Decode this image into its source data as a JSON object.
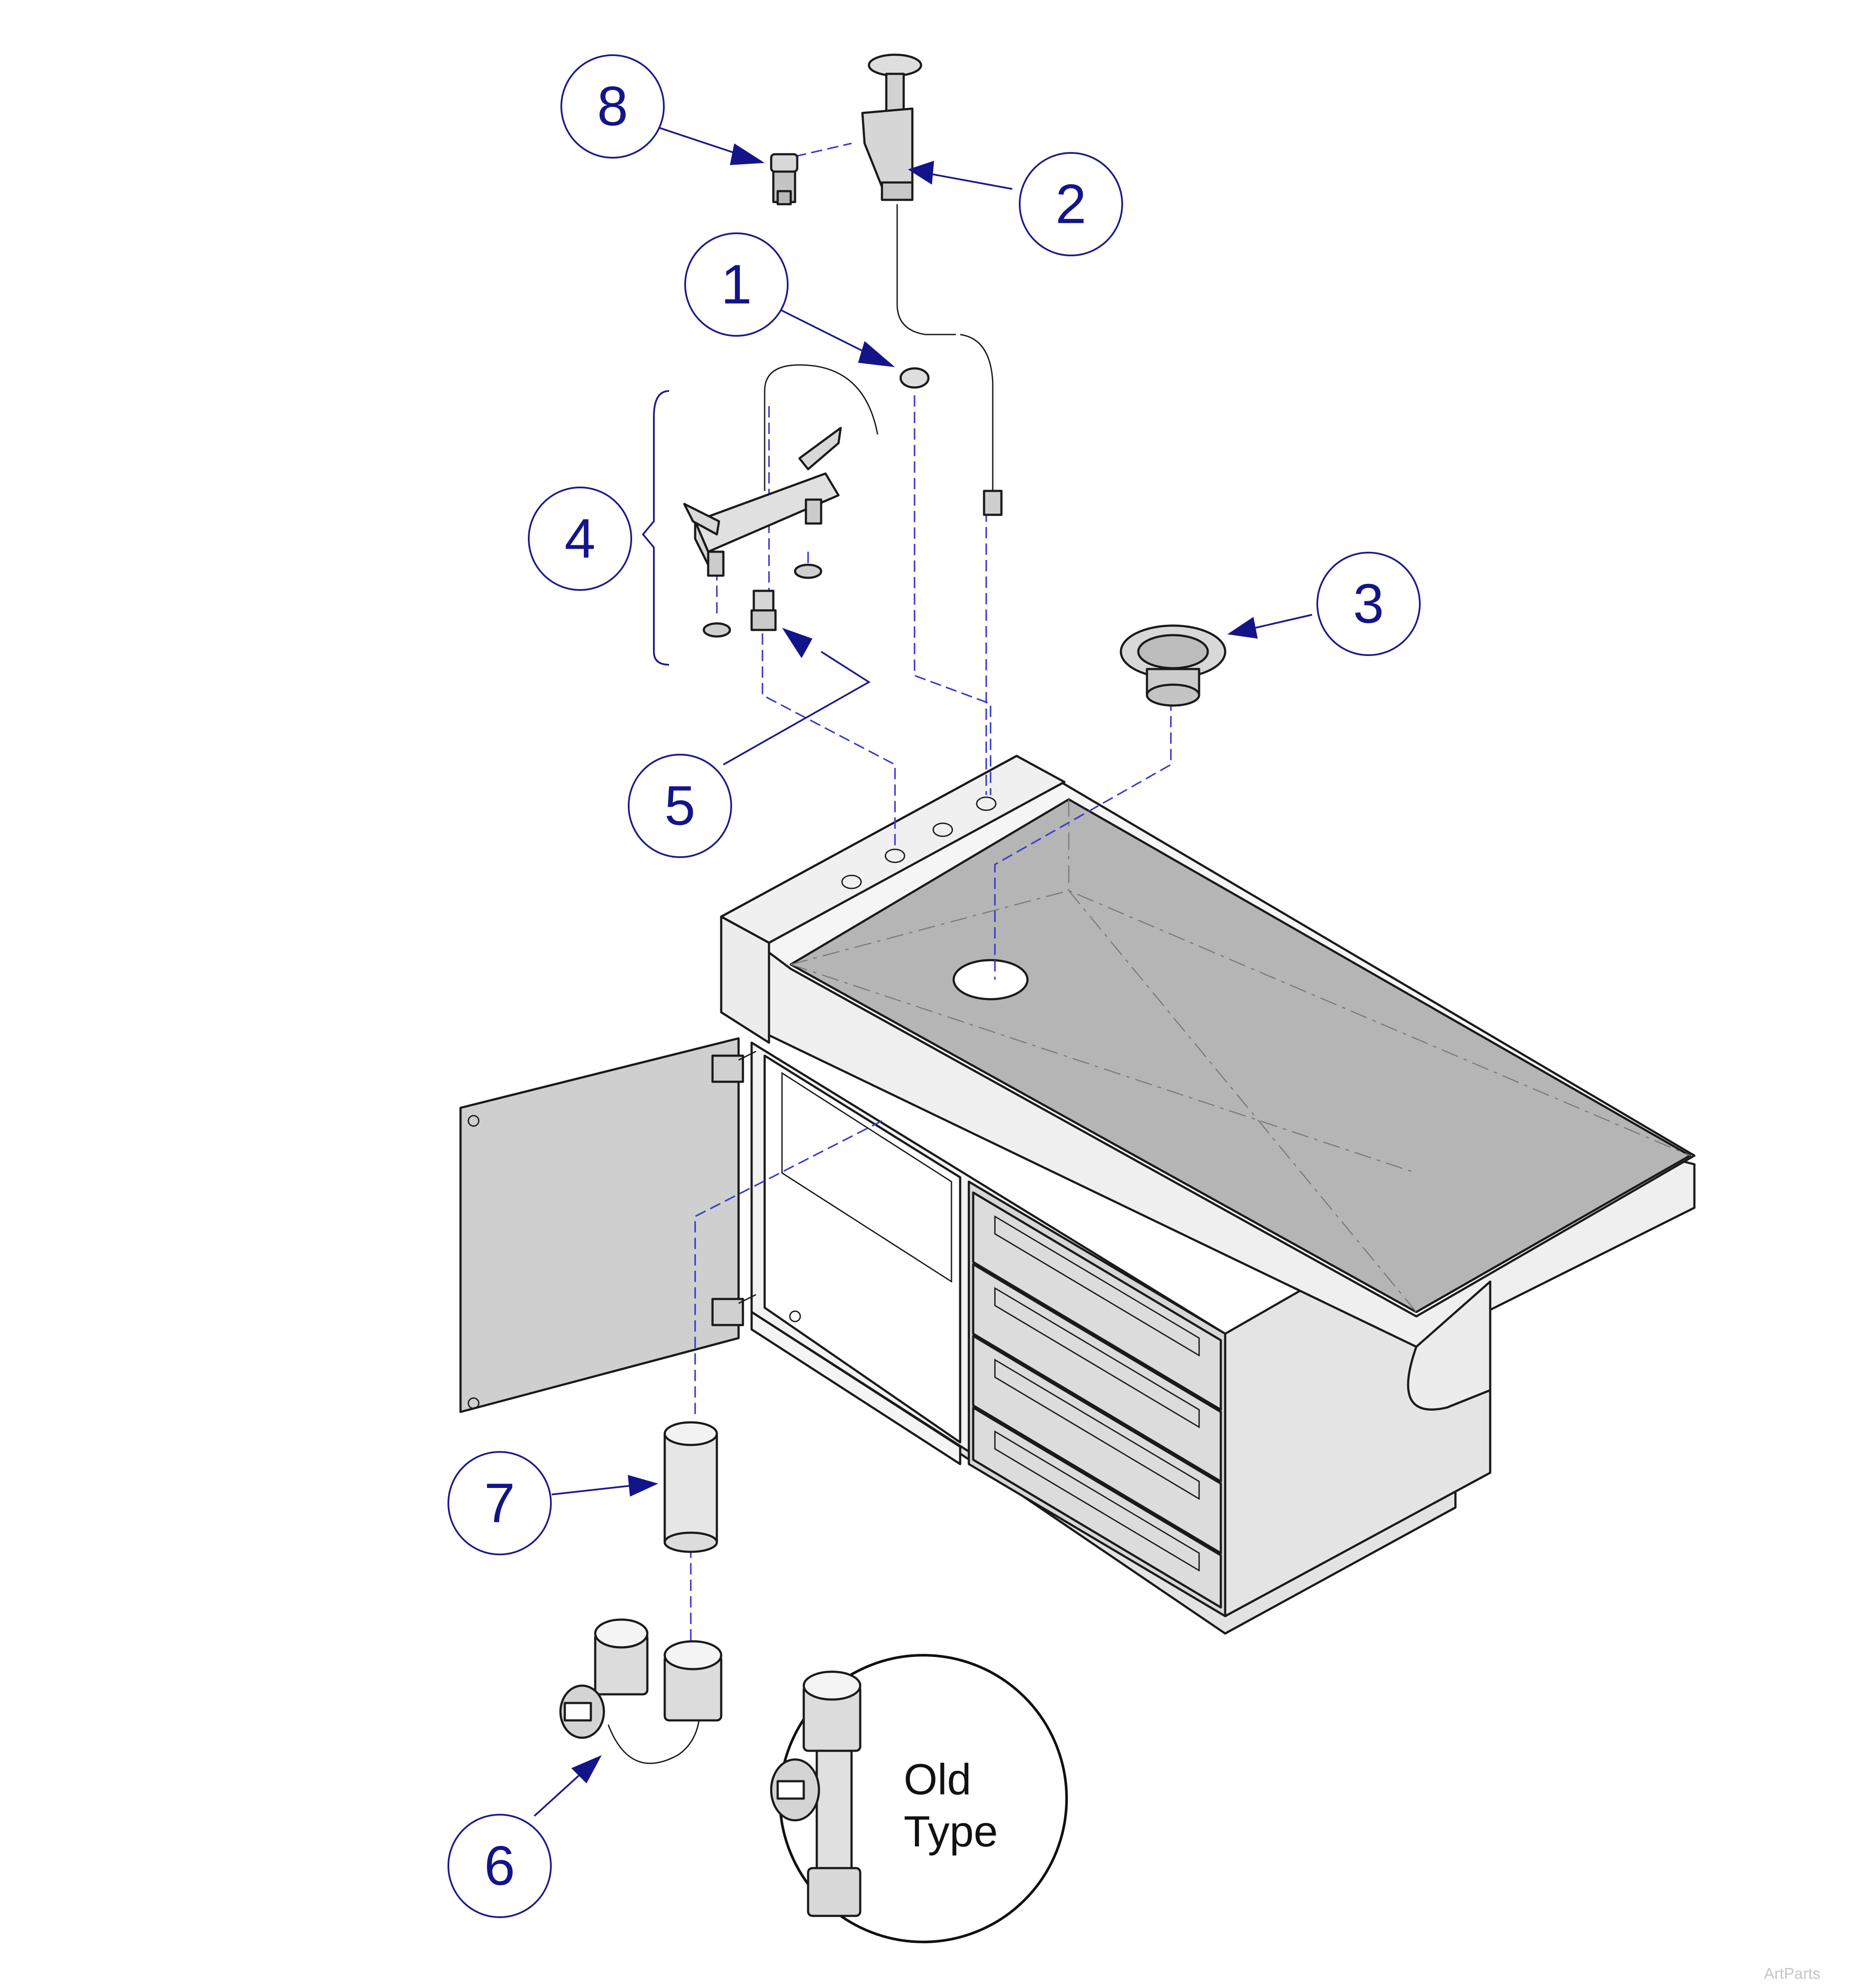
{
  "callouts": [
    {
      "id": "1",
      "label": "1"
    },
    {
      "id": "2",
      "label": "2"
    },
    {
      "id": "3",
      "label": "3"
    },
    {
      "id": "4",
      "label": "4"
    },
    {
      "id": "5",
      "label": "5"
    },
    {
      "id": "6",
      "label": "6"
    },
    {
      "id": "7",
      "label": "7"
    },
    {
      "id": "8",
      "label": "8"
    }
  ],
  "inset": {
    "line1": "Old",
    "line2": "Type"
  },
  "watermark": "ArtParts",
  "colors": {
    "callout": "#14148a",
    "dashed_line": "#3a3ad0",
    "sink_basin": "#b5b5b5",
    "cabinet_face": "#e6e6e6",
    "door": "#cfcfcf"
  }
}
